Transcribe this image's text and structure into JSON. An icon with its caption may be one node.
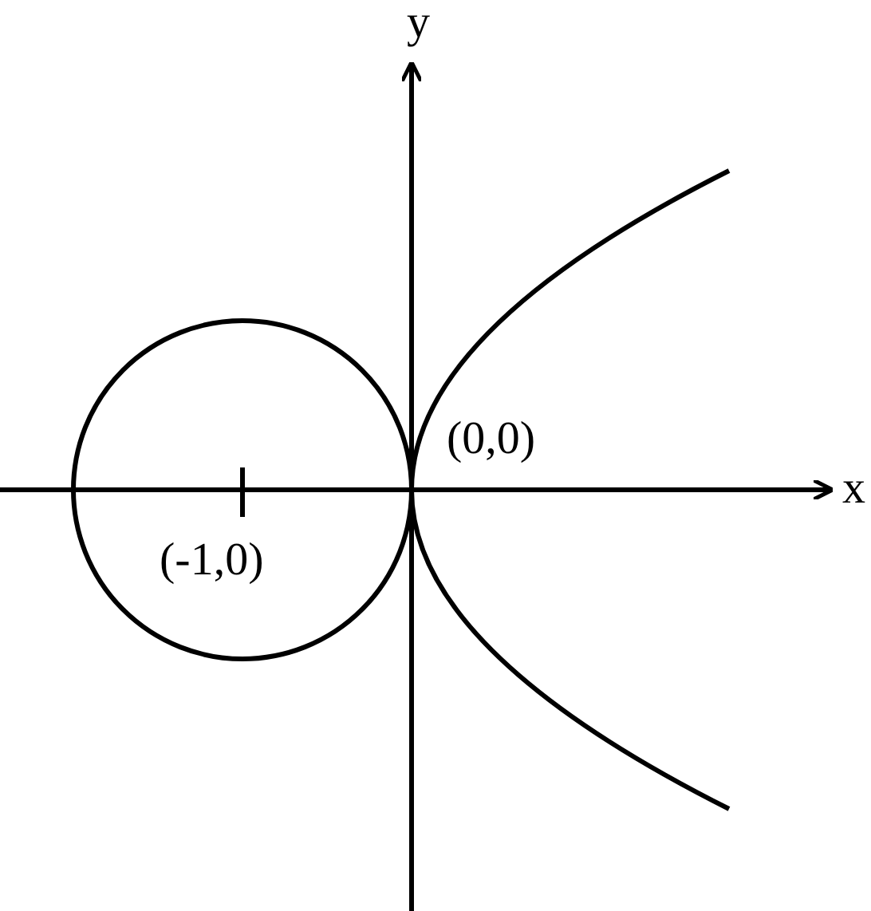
{
  "diagram": {
    "labels": [
      "y",
      "(0,0)",
      "x",
      "(-1,0)"
    ]
  }
}
